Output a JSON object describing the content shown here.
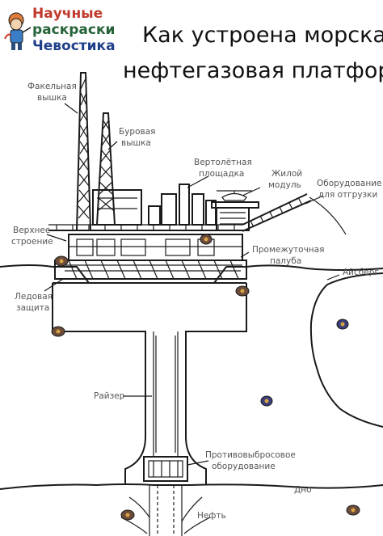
{
  "logo": {
    "line1": "Научные",
    "line2": "раскраски",
    "line3": "Чевостика"
  },
  "title": {
    "line1": "Как устроена морская",
    "line2": "нефтегазовая платформа ?"
  },
  "labels": {
    "flare_tower_1": "Факельная",
    "flare_tower_2": "вышка",
    "drilling_tower_1": "Буровая",
    "drilling_tower_2": "вышка",
    "helipad_1": "Вертолётная",
    "helipad_2": "площадка",
    "living_module_1": "Жилой",
    "living_module_2": "модуль",
    "shipping_equipment_1": "Оборудование",
    "shipping_equipment_2": "для отгрузки",
    "topside_1": "Верхнее",
    "topside_2": "строение",
    "intermediate_deck_1": "Промежуточная",
    "intermediate_deck_2": "палуба",
    "iceberg": "Айсберг",
    "ice_protection_1": "Ледовая",
    "ice_protection_2": "защита",
    "riser": "Райзер",
    "blowout_preventer_1": "Противовыбросовое",
    "blowout_preventer_2": "оборудование",
    "seabed": "Дно",
    "oil": "Нефть"
  },
  "colors": {
    "line": "#1a1a1a",
    "label": "#555555",
    "fish_body": "#6b4b3a",
    "fish_alt": "#3a3f7a",
    "fish_accent": "#d9a441"
  }
}
